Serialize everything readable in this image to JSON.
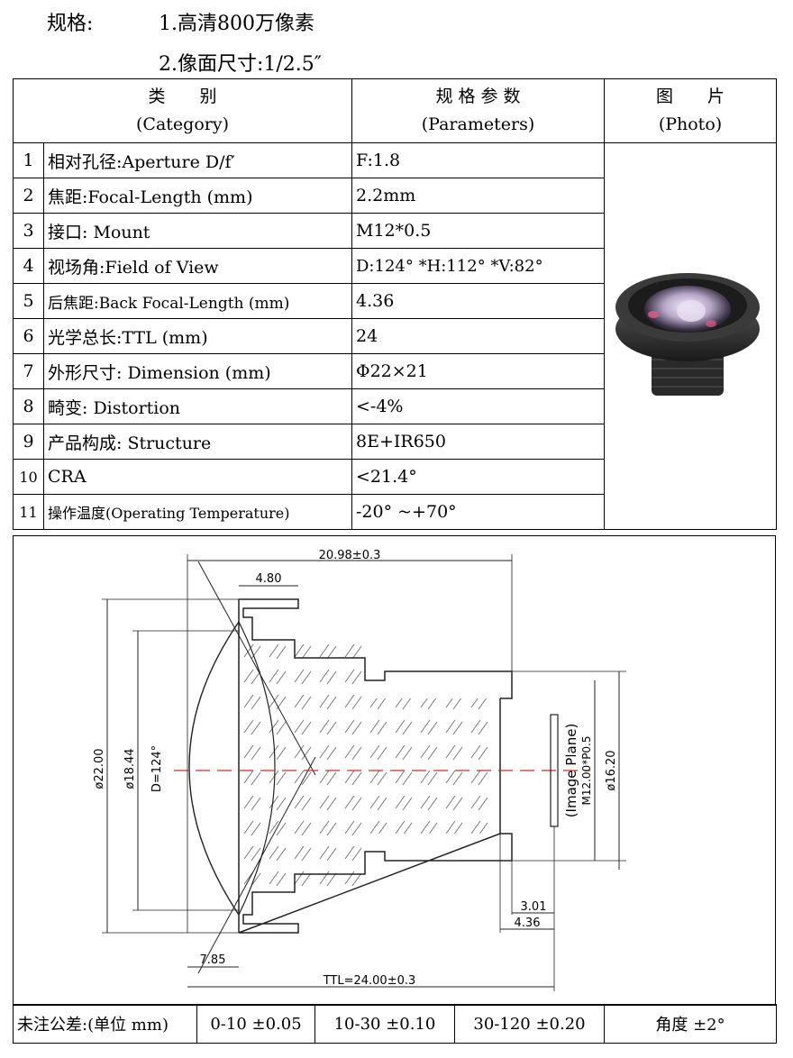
{
  "header": {
    "spec_label": "规格:",
    "line1": "1.高清800万像素",
    "line2": "2.像面尺寸:1/2.5″"
  },
  "table": {
    "head": {
      "category_cn": "类　　别",
      "category_en": "(Category)",
      "params_cn": "规 格 参 数",
      "params_en": "(Parameters)",
      "photo_cn": "图　　片",
      "photo_en": "(Photo)"
    },
    "rows": [
      {
        "no": "1",
        "category": "相对孔径:Aperture D/f′",
        "value": "F:1.8"
      },
      {
        "no": "2",
        "category": "焦距:Focal-Length (mm)",
        "value": "2.2mm"
      },
      {
        "no": "3",
        "category": "接口: Mount",
        "value": "M12*0.5"
      },
      {
        "no": "4",
        "category": "视场角:Field of View",
        "value": "D:124° *H:112° *V:82°"
      },
      {
        "no": "5",
        "category": "后焦距:Back Focal-Length (mm)",
        "value": "4.36"
      },
      {
        "no": "6",
        "category": "光学总长:TTL (mm)",
        "value": "24"
      },
      {
        "no": "7",
        "category": "外形尺寸: Dimension (mm)",
        "value": "Φ22×21"
      },
      {
        "no": "8",
        "category": "畸变: Distortion",
        "value": "<-4%"
      },
      {
        "no": "9",
        "category": "产品构成: Structure",
        "value": "8E+IR650"
      },
      {
        "no": "10",
        "category": "CRA",
        "value": "<21.4°"
      },
      {
        "no": "11",
        "category": "操作温度(Operating Temperature)",
        "value": "-20° ~+70°"
      }
    ]
  },
  "drawing": {
    "dim_total_length": "20.98±0.3",
    "dim_top_step": "4.80",
    "dim_outer_dia": "ø22.00",
    "dim_inner_dia": "ø18.44",
    "dim_fov": "D=124°",
    "dim_bottom_step": "7.85",
    "dim_ttl": "TTL=24.00±0.3",
    "dim_flange": "3.01",
    "dim_bfl": "4.36",
    "dim_thread": "M12.00*P0.5",
    "dim_sensor_dia": "ø16.20",
    "image_plane_label": "(Image Plane)"
  },
  "tolerance": {
    "label": "未注公差:(单位 mm)",
    "t1": "0-10 ±0.05",
    "t2": "10-30 ±0.10",
    "t3": "30-120 ±0.20",
    "t4": "角度 ±2°"
  }
}
